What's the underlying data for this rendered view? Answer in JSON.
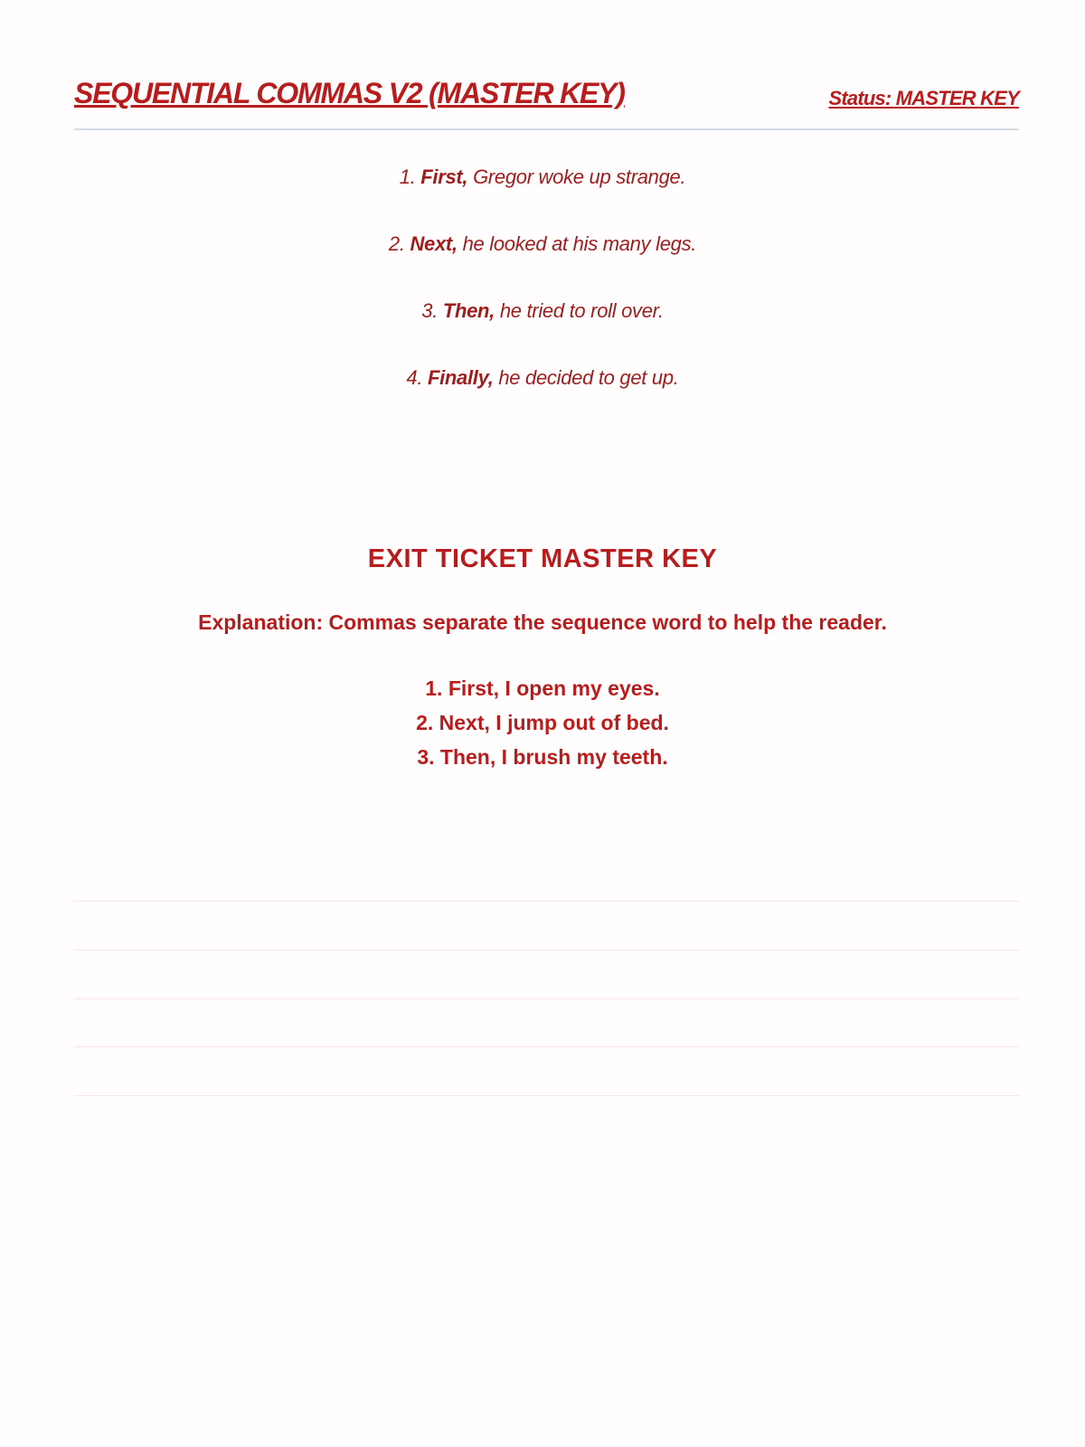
{
  "header": {
    "title": "SEQUENTIAL COMMAS V2 (MASTER KEY)",
    "status": "Status: MASTER KEY"
  },
  "sentences": [
    {
      "num": "1.",
      "word": "First,",
      "rest": "Gregor woke up strange."
    },
    {
      "num": "2.",
      "word": "Next,",
      "rest": "he looked at his many legs."
    },
    {
      "num": "3.",
      "word": "Then,",
      "rest": "he tried to roll over."
    },
    {
      "num": "4.",
      "word": "Finally,",
      "rest": "he decided to get up."
    }
  ],
  "exit_ticket": {
    "heading": "EXIT TICKET MASTER KEY",
    "explanation": "Explanation: Commas separate the sequence word to help the reader.",
    "answers": [
      "1. First, I open my eyes.",
      "2. Next, I jump out of bed.",
      "3. Then, I brush my teeth."
    ]
  },
  "colors": {
    "accent": "#b91c1c",
    "divider": "#d6dde6",
    "rule": "#fbe4e6"
  }
}
